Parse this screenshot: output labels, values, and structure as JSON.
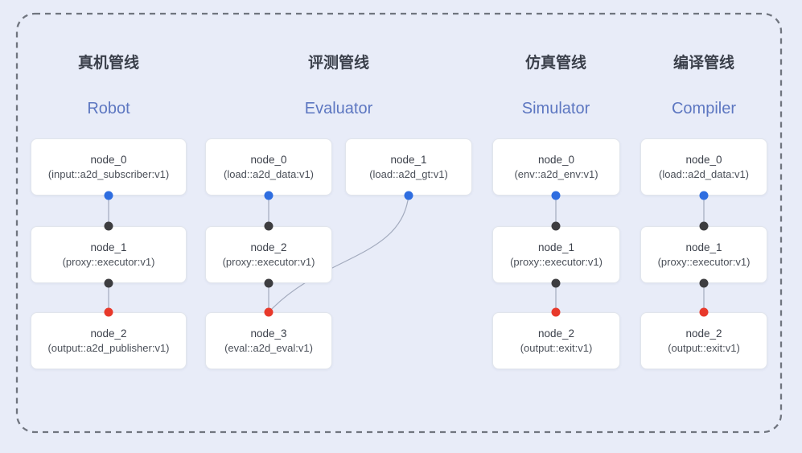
{
  "canvas": {
    "background": "#e8ecf8",
    "dashed_border_color": "#70757f"
  },
  "colors": {
    "pipeline_title_zh": "#3b404b",
    "pipeline_title_en": "#5d77c1",
    "edge": "#a3abbe",
    "port_blue": "#2e6de0",
    "port_black": "#3d3d40",
    "port_red": "#e8392b"
  },
  "pipelines": [
    {
      "title_zh": "真机管线",
      "title_en": "Robot",
      "nodes": [
        {
          "name": "node_0",
          "impl": "(input::a2d_subscriber:v1)"
        },
        {
          "name": "node_1",
          "impl": "(proxy::executor:v1)"
        },
        {
          "name": "node_2",
          "impl": "(output::a2d_publisher:v1)"
        }
      ],
      "edges": [
        "node_0 → node_1",
        "node_1 → node_2"
      ]
    },
    {
      "title_zh": "评测管线",
      "title_en": "Evaluator",
      "nodes": [
        {
          "name": "node_0",
          "impl": "(load::a2d_data:v1)"
        },
        {
          "name": "node_1",
          "impl": "(load::a2d_gt:v1)"
        },
        {
          "name": "node_2",
          "impl": "(proxy::executor:v1)"
        },
        {
          "name": "node_3",
          "impl": "(eval::a2d_eval:v1)"
        }
      ],
      "edges": [
        "node_0 → node_2",
        "node_2 → node_3",
        "node_1 → node_3"
      ]
    },
    {
      "title_zh": "仿真管线",
      "title_en": "Simulator",
      "nodes": [
        {
          "name": "node_0",
          "impl": "(env::a2d_env:v1)"
        },
        {
          "name": "node_1",
          "impl": "(proxy::executor:v1)"
        },
        {
          "name": "node_2",
          "impl": "(output::exit:v1)"
        }
      ],
      "edges": [
        "node_0 → node_1",
        "node_1 → node_2"
      ]
    },
    {
      "title_zh": "编译管线",
      "title_en": "Compiler",
      "nodes": [
        {
          "name": "node_0",
          "impl": "(load::a2d_data:v1)"
        },
        {
          "name": "node_1",
          "impl": "(proxy::executor:v1)"
        },
        {
          "name": "node_2",
          "impl": "(output::exit:v1)"
        }
      ],
      "edges": [
        "node_0 → node_1",
        "node_1 → node_2"
      ]
    }
  ]
}
